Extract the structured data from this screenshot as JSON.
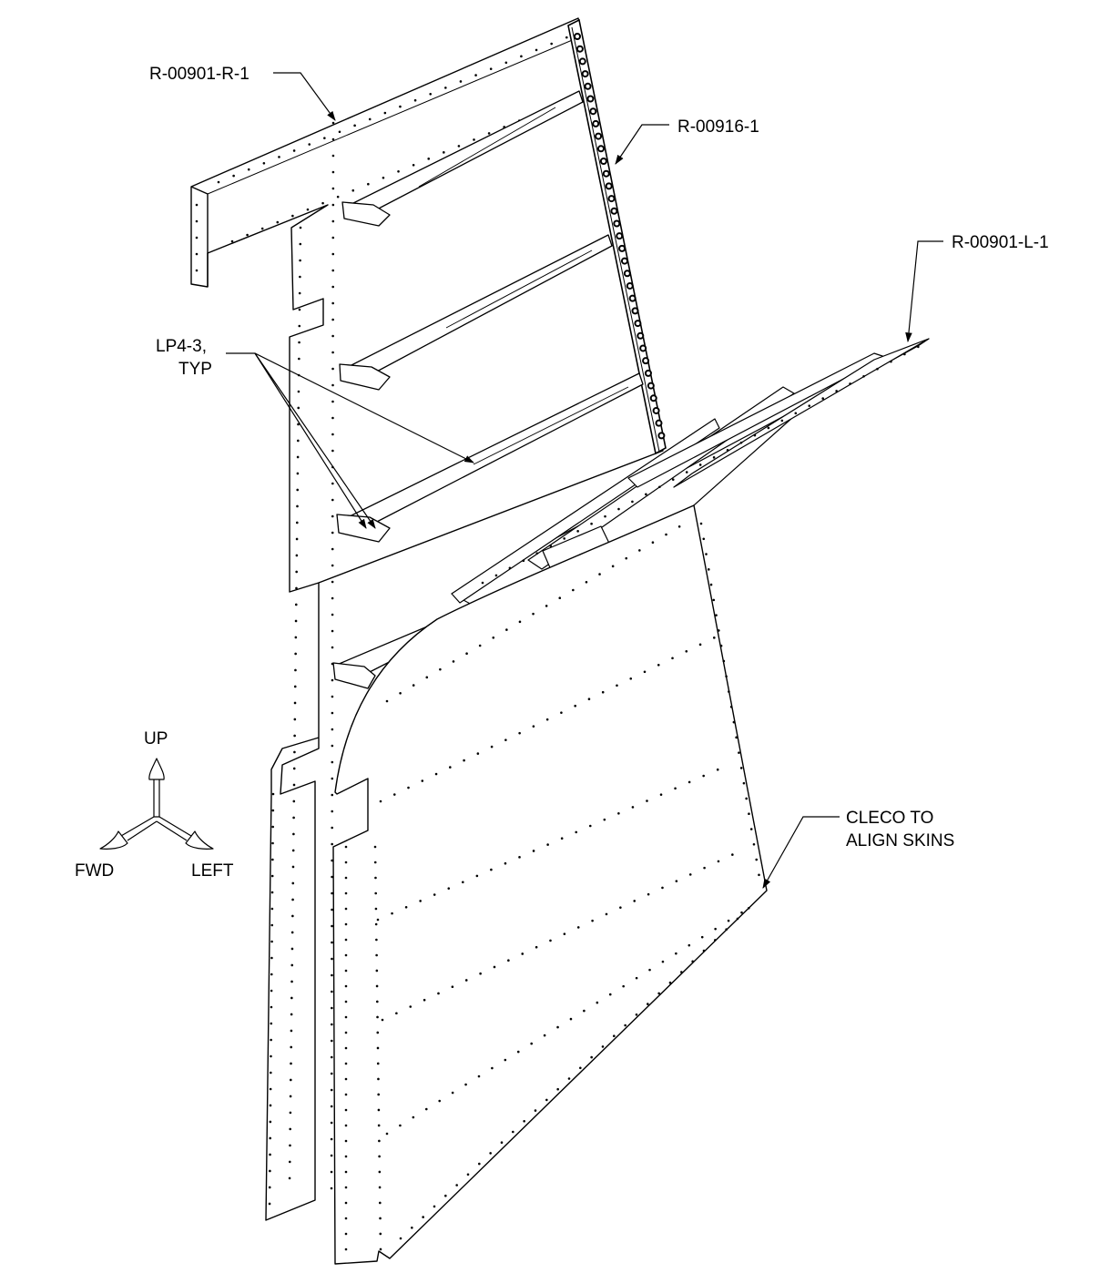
{
  "callouts": {
    "right_skin": "R-00901-R-1",
    "spar": "R-00916-1",
    "left_skin": "R-00901-L-1",
    "rib_label_line1": "LP4-3,",
    "rib_label_line2": "TYP",
    "cleco_line1": "CLECO TO",
    "cleco_line2": "ALIGN SKINS"
  },
  "axes": {
    "up": "UP",
    "forward": "FWD",
    "left": "LEFT"
  },
  "colors": {
    "line": "#000000",
    "background": "#ffffff",
    "fill": "#ffffff"
  },
  "icons": {
    "direction": "axis-triad-icon",
    "arrowhead": "arrowhead-icon"
  }
}
